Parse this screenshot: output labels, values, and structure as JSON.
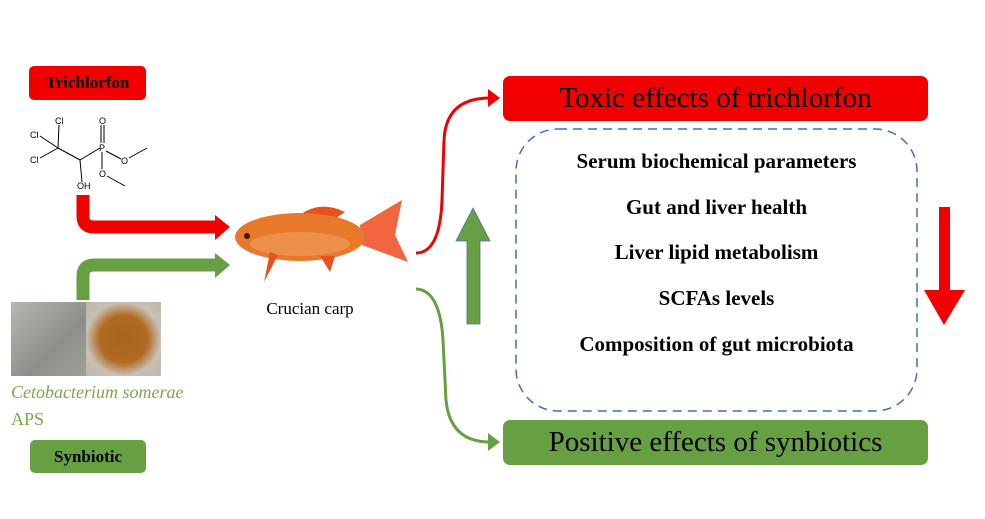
{
  "inputs": {
    "toxicant_label": "Trichlorfon",
    "probiotic_name": "Cetobacterium somerae",
    "prebiotic_name": "APS",
    "synbiotic_label": "Synbiotic"
  },
  "molecule": {
    "atoms": [
      "Cl",
      "Cl",
      "Cl",
      "O",
      "P",
      "O",
      "O",
      "OH"
    ]
  },
  "subject": {
    "label": "Crucian carp"
  },
  "outcomes": {
    "toxic_label": "Toxic effects of trichlorfon",
    "positive_label": "Positive effects of synbiotics",
    "parameters": [
      "Serum biochemical parameters",
      "Gut and liver health",
      "Liver lipid metabolism",
      "SCFAs levels",
      "Composition of gut microbiota"
    ]
  },
  "colors": {
    "red": "#f20000",
    "green": "#67a043",
    "dash": "#3a6fc4",
    "green_text": "#7aa84a"
  }
}
